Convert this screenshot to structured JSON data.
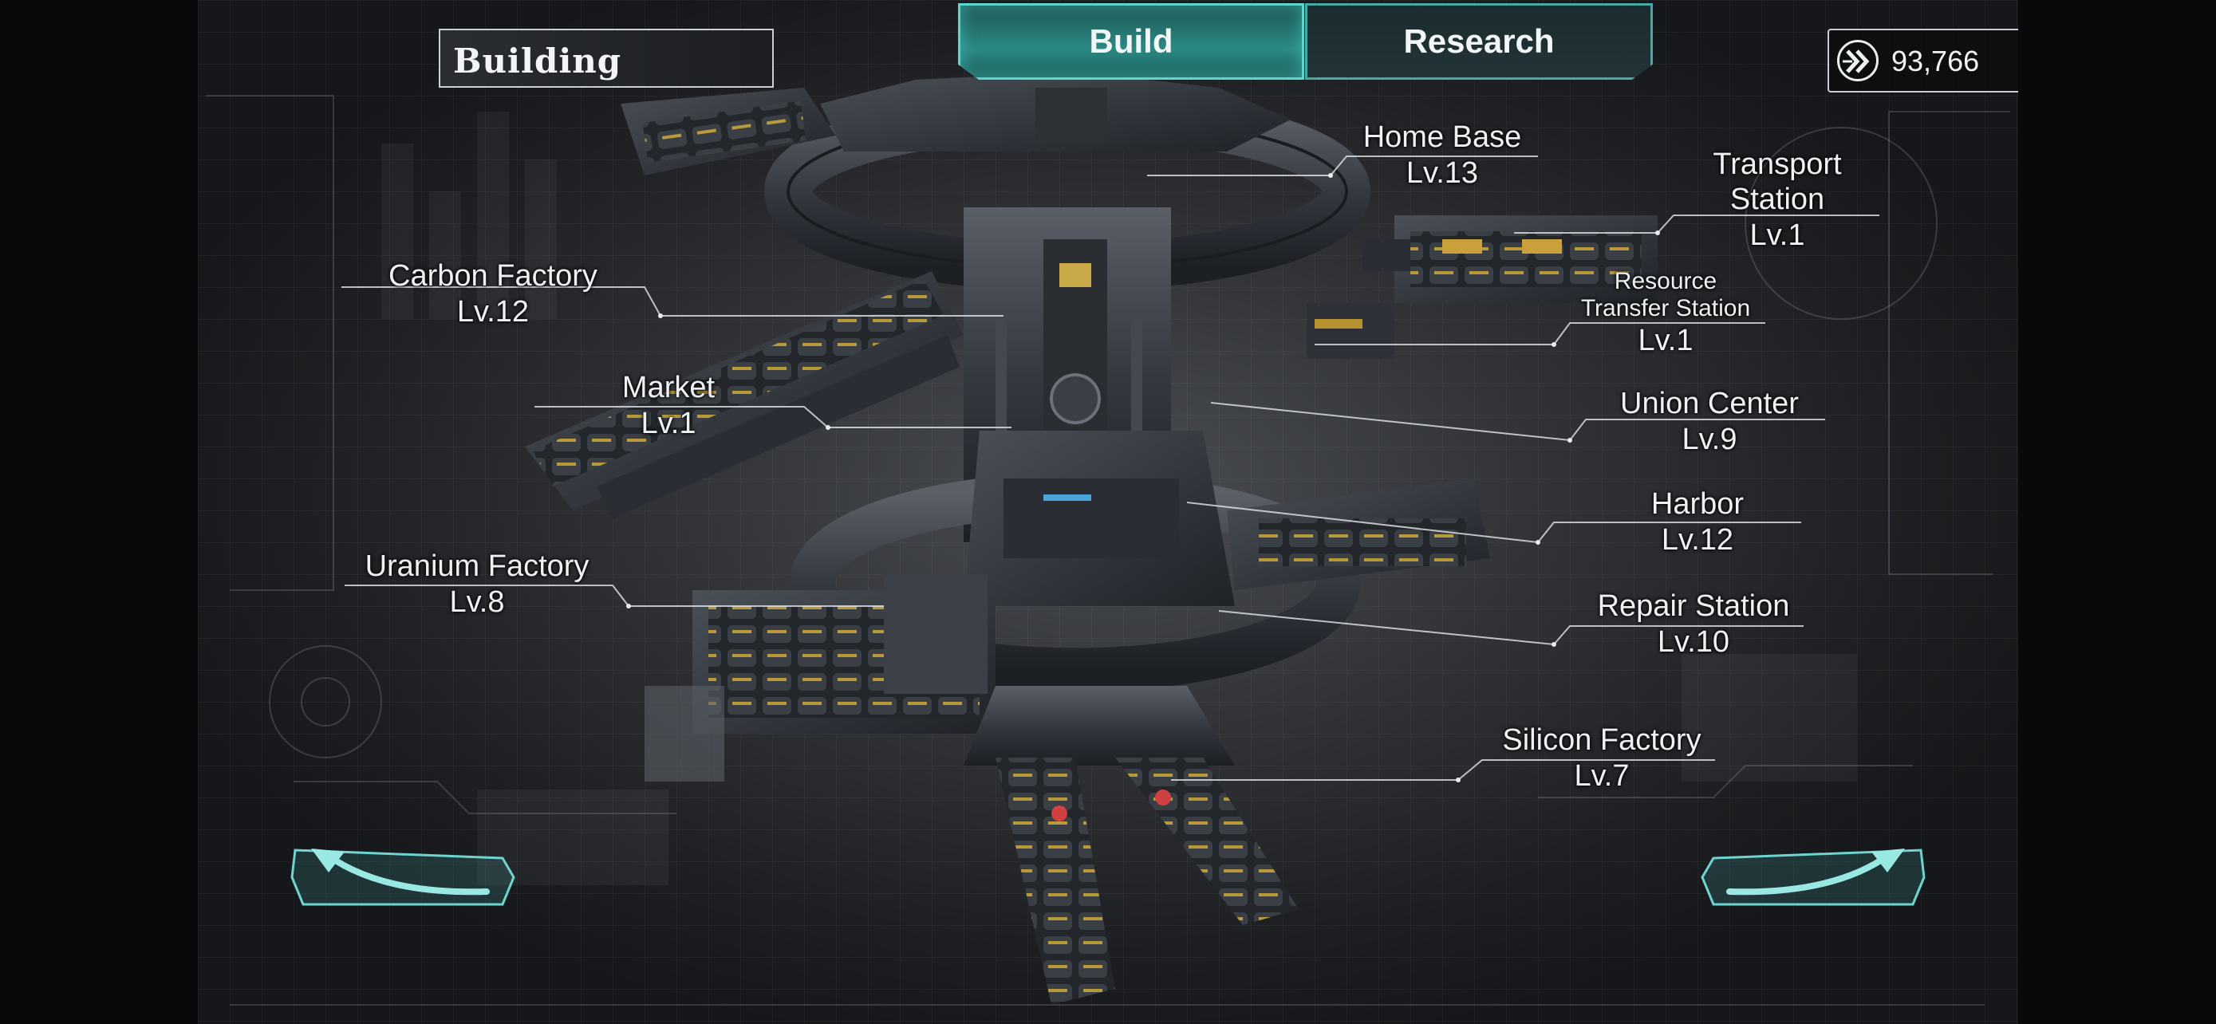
{
  "header": {
    "title": "Building",
    "tabs": [
      {
        "label": "Build",
        "active": true
      },
      {
        "label": "Research",
        "active": false
      }
    ],
    "currency": {
      "icon": "fast-forward-icon",
      "value": "93,766"
    },
    "close_icon": "close-icon"
  },
  "buildings": [
    {
      "name": "Home Base",
      "level": "Lv.13"
    },
    {
      "name_line1": "Transport",
      "name_line2": "Station",
      "level": "Lv.1"
    },
    {
      "name": "Carbon Factory",
      "level": "Lv.12"
    },
    {
      "name_line1": "Resource",
      "name_line2": "Transfer Station",
      "level": "Lv.1"
    },
    {
      "name": "Market",
      "level": "Lv.1"
    },
    {
      "name": "Union Center",
      "level": "Lv.9"
    },
    {
      "name": "Harbor",
      "level": "Lv.12"
    },
    {
      "name": "Uranium Factory",
      "level": "Lv.8"
    },
    {
      "name": "Repair Station",
      "level": "Lv.10"
    },
    {
      "name": "Silicon Factory",
      "level": "Lv.7"
    }
  ],
  "nav": {
    "prev_icon": "arrow-left-icon",
    "next_icon": "arrow-right-icon"
  },
  "colors": {
    "accent": "#5fd6cb",
    "tab_active": "#2b8a83",
    "background": "#2f3135"
  }
}
